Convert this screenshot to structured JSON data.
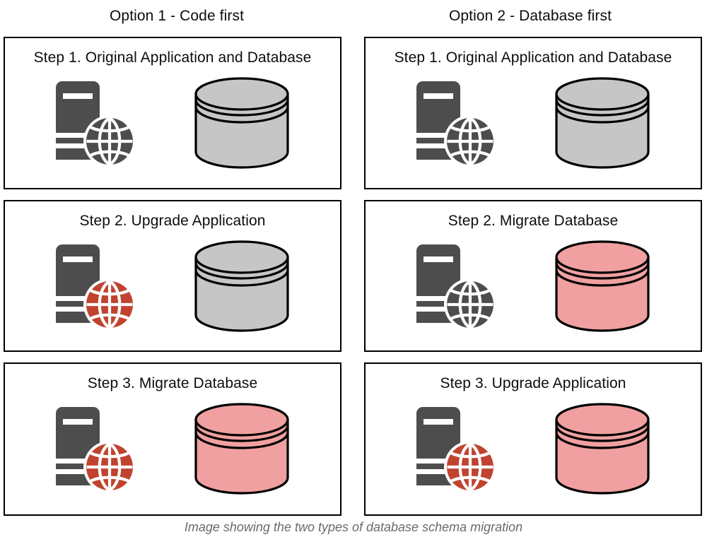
{
  "columns": [
    {
      "title": "Option 1 - Code first"
    },
    {
      "title": "Option 2 - Database first"
    }
  ],
  "steps": [
    {
      "id": "opt1-step1",
      "column": 0,
      "title": "Step 1. Original Application and Database",
      "server_state": "original",
      "database_state": "original"
    },
    {
      "id": "opt2-step1",
      "column": 1,
      "title": "Step 1. Original Application and Database",
      "server_state": "original",
      "database_state": "original"
    },
    {
      "id": "opt1-step2",
      "column": 0,
      "title": "Step 2. Upgrade Application",
      "server_state": "upgraded",
      "database_state": "original"
    },
    {
      "id": "opt2-step2",
      "column": 1,
      "title": "Step 2. Migrate Database",
      "server_state": "original",
      "database_state": "migrated"
    },
    {
      "id": "opt1-step3",
      "column": 0,
      "title": "Step 3. Migrate Database",
      "server_state": "upgraded",
      "database_state": "migrated"
    },
    {
      "id": "opt2-step3",
      "column": 1,
      "title": "Step 3. Upgrade Application",
      "server_state": "upgraded",
      "database_state": "migrated"
    }
  ],
  "caption": "Image showing the two types of database schema migration",
  "colors": {
    "outline": "#000000",
    "text": "#0d0d0d",
    "caption_text": "#6b6b6b",
    "server_gray": "#4d4d4d",
    "globe_gray": "#4d4d4d",
    "globe_red": "#c0432f",
    "database_gray": "#c6c6c6",
    "database_red": "#f0a0a0",
    "background": "#ffffff"
  },
  "icons": {
    "server": "server-tower-icon",
    "globe": "globe-icon",
    "database": "database-cylinder-icon"
  }
}
